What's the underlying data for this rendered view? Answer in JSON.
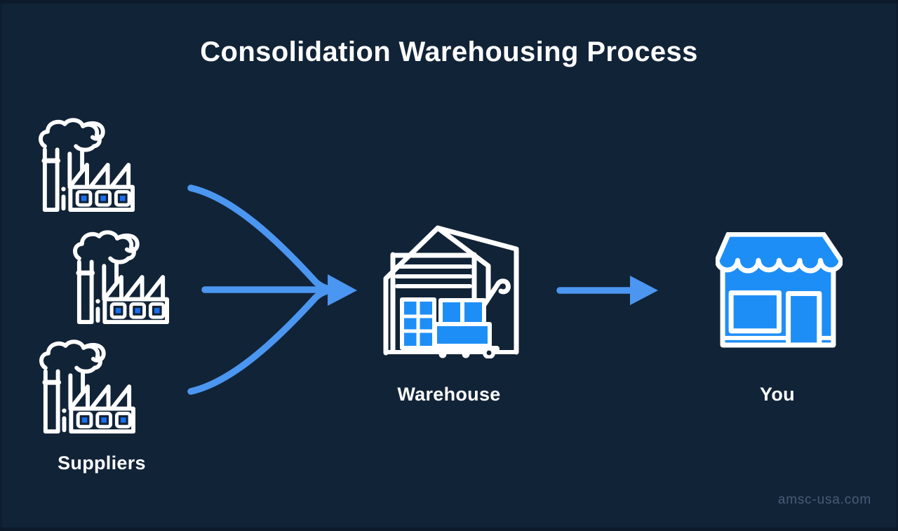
{
  "page": {
    "title": "Consolidation Warehousing Process",
    "watermark": "amsc-usa.com",
    "colors": {
      "background": "#112337",
      "edge": "#0b1828",
      "outline": "#ffffff",
      "title_text": "#ffffff",
      "arrow": "#4b96f0",
      "icon_blue": "#1e8ef7",
      "factory_window_blue": "#1b6ff0",
      "watermark_text": "rgba(148,170,199,0.42)"
    }
  },
  "diagram": {
    "nodes": [
      {
        "id": "suppliers",
        "label": "Suppliers",
        "icon": "factory-icon",
        "icon_count": 3
      },
      {
        "id": "warehouse",
        "label": "Warehouse",
        "icon": "warehouse-icon",
        "icon_count": 1
      },
      {
        "id": "you",
        "label": "You",
        "icon": "storefront-icon",
        "icon_count": 1
      }
    ],
    "connections": [
      {
        "from": "suppliers",
        "to": "warehouse",
        "style": "three-curves-converging-arrow"
      },
      {
        "from": "warehouse",
        "to": "you",
        "style": "straight-arrow"
      }
    ]
  }
}
